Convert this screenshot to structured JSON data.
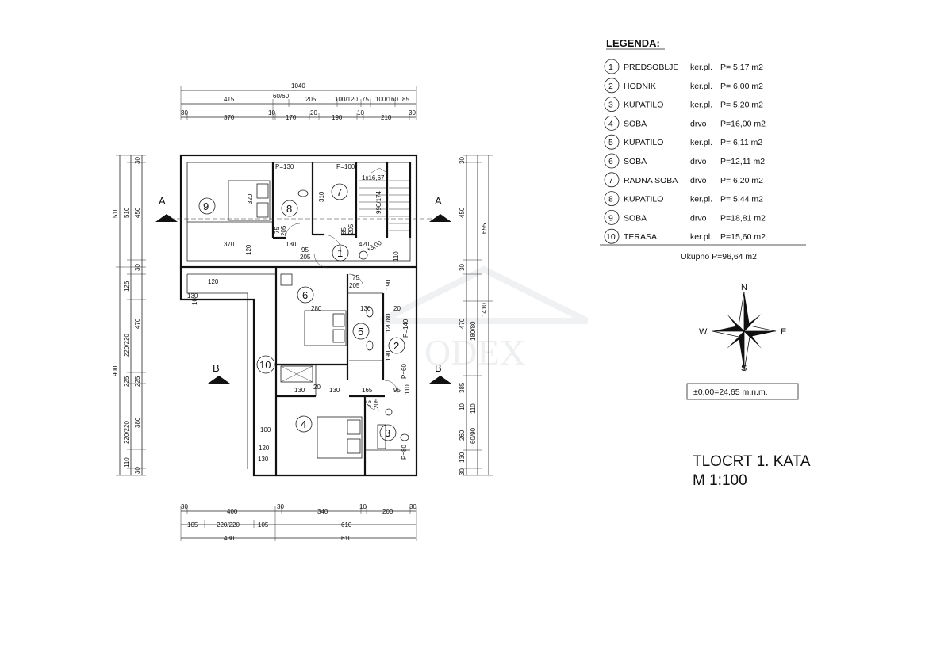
{
  "legend": {
    "title": "LEGENDA:",
    "items": [
      {
        "num": "1",
        "name": "PREDSOBLJE",
        "finish": "ker.pl.",
        "area": "P= 5,17  m2"
      },
      {
        "num": "2",
        "name": "HODNIK",
        "finish": "ker.pl.",
        "area": "P= 6,00  m2"
      },
      {
        "num": "3",
        "name": "KUPATILO",
        "finish": "ker.pl.",
        "area": "P= 5,20  m2"
      },
      {
        "num": "4",
        "name": "SOBA",
        "finish": "drvo",
        "area": "P=16,00  m2"
      },
      {
        "num": "5",
        "name": "KUPATILO",
        "finish": "ker.pl.",
        "area": "P= 6,11  m2"
      },
      {
        "num": "6",
        "name": "SOBA",
        "finish": "drvo",
        "area": "P=12,11  m2"
      },
      {
        "num": "7",
        "name": "RADNA  SOBA",
        "finish": "drvo",
        "area": "P= 6,20  m2"
      },
      {
        "num": "8",
        "name": "KUPATILO",
        "finish": "ker.pl.",
        "area": "P= 5,44  m2"
      },
      {
        "num": "9",
        "name": "SOBA",
        "finish": "drvo",
        "area": "P=18,81  m2"
      },
      {
        "num": "10",
        "name": "TERASA",
        "finish": "ker.pl.",
        "area": "P=15,60  m2"
      }
    ],
    "total": "Ukupno     P=96,64  m2"
  },
  "compass": {
    "n": "N",
    "s": "S",
    "e": "E",
    "w": "W"
  },
  "elevation": "±0,00=24,65 m.n.m.",
  "title": {
    "line1": "TLOCRT 1. KATA",
    "line2": "M  1:100"
  },
  "watermark": "ODEX",
  "sections": {
    "a": "A",
    "b": "B"
  },
  "level_mark": "+3,00",
  "stairs": "1x16,67",
  "dims": {
    "top_total": "1040",
    "top_row2": [
      "415",
      "60/60",
      "205",
      "100/120",
      "75",
      "100/160",
      "85"
    ],
    "top_row3": [
      "30",
      "370",
      "10",
      "170",
      "20",
      "190",
      "10",
      "210",
      "30"
    ],
    "bottom_row1": [
      "30",
      "400",
      "30",
      "340",
      "10",
      "200",
      "30"
    ],
    "bottom_row2": [
      "105",
      "220/220",
      "105",
      "610"
    ],
    "bottom_row3": [
      "430",
      "610"
    ],
    "left_outer": [
      "510",
      "900"
    ],
    "left_mid": [
      "30",
      "450",
      "30",
      "125",
      "220/220",
      "225",
      "220/220",
      "110",
      "30"
    ],
    "left_inner": [
      "450",
      "470",
      "380"
    ],
    "right_outer": [
      "655",
      "1410"
    ],
    "right_mid": [
      "30",
      "450",
      "30",
      "470",
      "385",
      "10",
      "260",
      "130",
      "30"
    ],
    "right_inner": [
      "180/80",
      "110",
      "60/90"
    ],
    "inner": [
      "P=130",
      "P=100",
      "320",
      "310",
      "370",
      "120",
      "180",
      "95",
      "205",
      "85",
      "205",
      "420",
      "110",
      "75",
      "205",
      "190",
      "280",
      "130",
      "120/80",
      "P=140",
      "20",
      "190",
      "130",
      "20",
      "130",
      "165",
      "95",
      "110",
      "75",
      "205",
      "100",
      "120",
      "130",
      "10",
      "130",
      "120",
      "10",
      "75",
      "205",
      "990/174",
      "P=80",
      "P=60"
    ]
  }
}
